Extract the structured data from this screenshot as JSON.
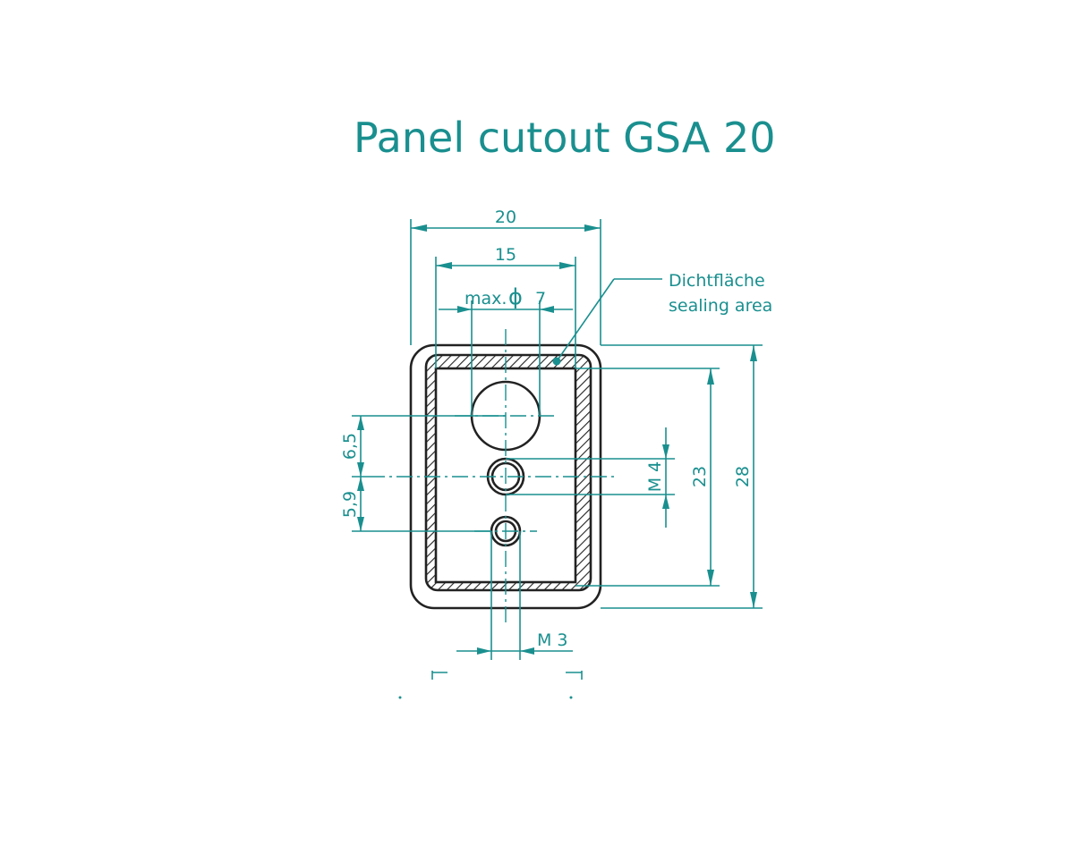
{
  "title": "Panel cutout GSA 20",
  "dimensions": {
    "width_outer": "20",
    "width_inner": "15",
    "max_prefix": "max.",
    "diameter_symbol": "ϕ",
    "diameter_value": "7",
    "height_outer": "28",
    "height_inner": "23",
    "thread_m4": "M 4",
    "thread_m3": "M 3",
    "spacing_upper": "6,5",
    "spacing_lower": "5,9"
  },
  "annotation": {
    "line1": "Dichtfläche",
    "line2": "sealing area"
  },
  "colors": {
    "dimension": "#1a8f8f",
    "part": "#222222"
  }
}
